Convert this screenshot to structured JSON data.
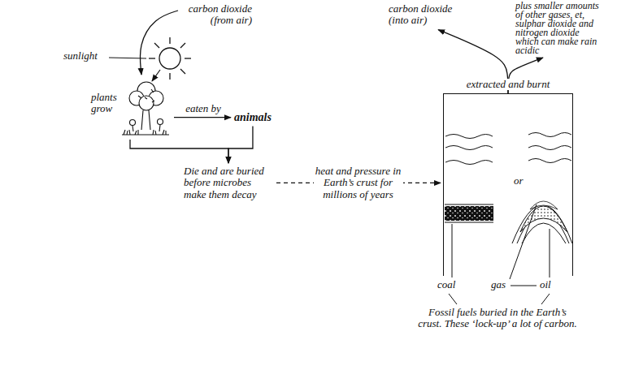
{
  "diagram": {
    "nodes": [
      {
        "text": [
          "carbon dioxide (from air)"
        ]
      },
      {
        "text": [
          "plants grow"
        ]
      },
      {
        "text": [
          "animals"
        ]
      },
      {
        "text": [
          "Die and are buried before microbes make them decay"
        ]
      },
      {
        "text": [
          "or"
        ]
      },
      {
        "text": [
          "carbon dioxide (into air)"
        ]
      },
      {
        "text": [
          "plus smaller amounts of other gases, et, sulphar dioxide and nitrogen dioxide which can make rain acidic"
        ]
      }
    ],
    "edges": [
      {
        "from": 0,
        "to": 1,
        "arrow": "to"
      },
      {
        "from": 1,
        "to": 2,
        "label": "eaten by",
        "arrow": "to"
      },
      {
        "from": 1,
        "to": 3,
        "arrow": "to"
      },
      {
        "from": 2,
        "to": 3,
        "arrow": "to"
      },
      {
        "from": 3,
        "to": 4,
        "label": "heat and pressure in Earth’s crust for millions of years",
        "arrow": "to"
      },
      {
        "from": 4,
        "to": 5,
        "label": "extracted and burnt",
        "arrow": "to"
      },
      {
        "from": 4,
        "to": 6,
        "arrow": "to"
      }
    ],
    "labels": [
      "sunlight",
      "coal",
      "gas",
      "oil",
      "Fossil fuels buried in the Earth’s crust. These ‘lock-up’ a lot of carbon."
    ]
  }
}
